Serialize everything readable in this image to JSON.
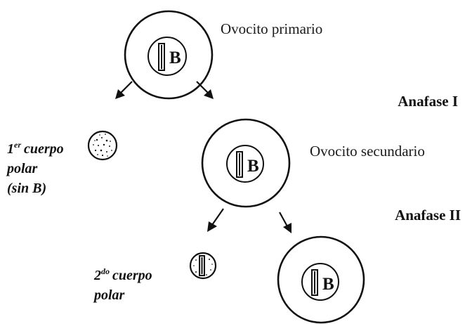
{
  "labels": {
    "primary_oocyte": "Ovocito primario",
    "secondary_oocyte": "Ovocito secundario",
    "anaphase_1": "Anafase I",
    "anaphase_2": "Anafase II",
    "allele": "B",
    "first_polar_ordinal": "1",
    "first_polar_ordinal_sup": "er",
    "first_polar_line1_rest": "cuerpo",
    "first_polar_line2": "polar",
    "first_polar_line3": "(sin B)",
    "second_polar_ordinal": "2",
    "second_polar_ordinal_sup": "do",
    "second_polar_line1_rest": "cuerpo",
    "second_polar_line2": "polar"
  },
  "colors": {
    "ink": "#111111",
    "background": "#ffffff"
  }
}
